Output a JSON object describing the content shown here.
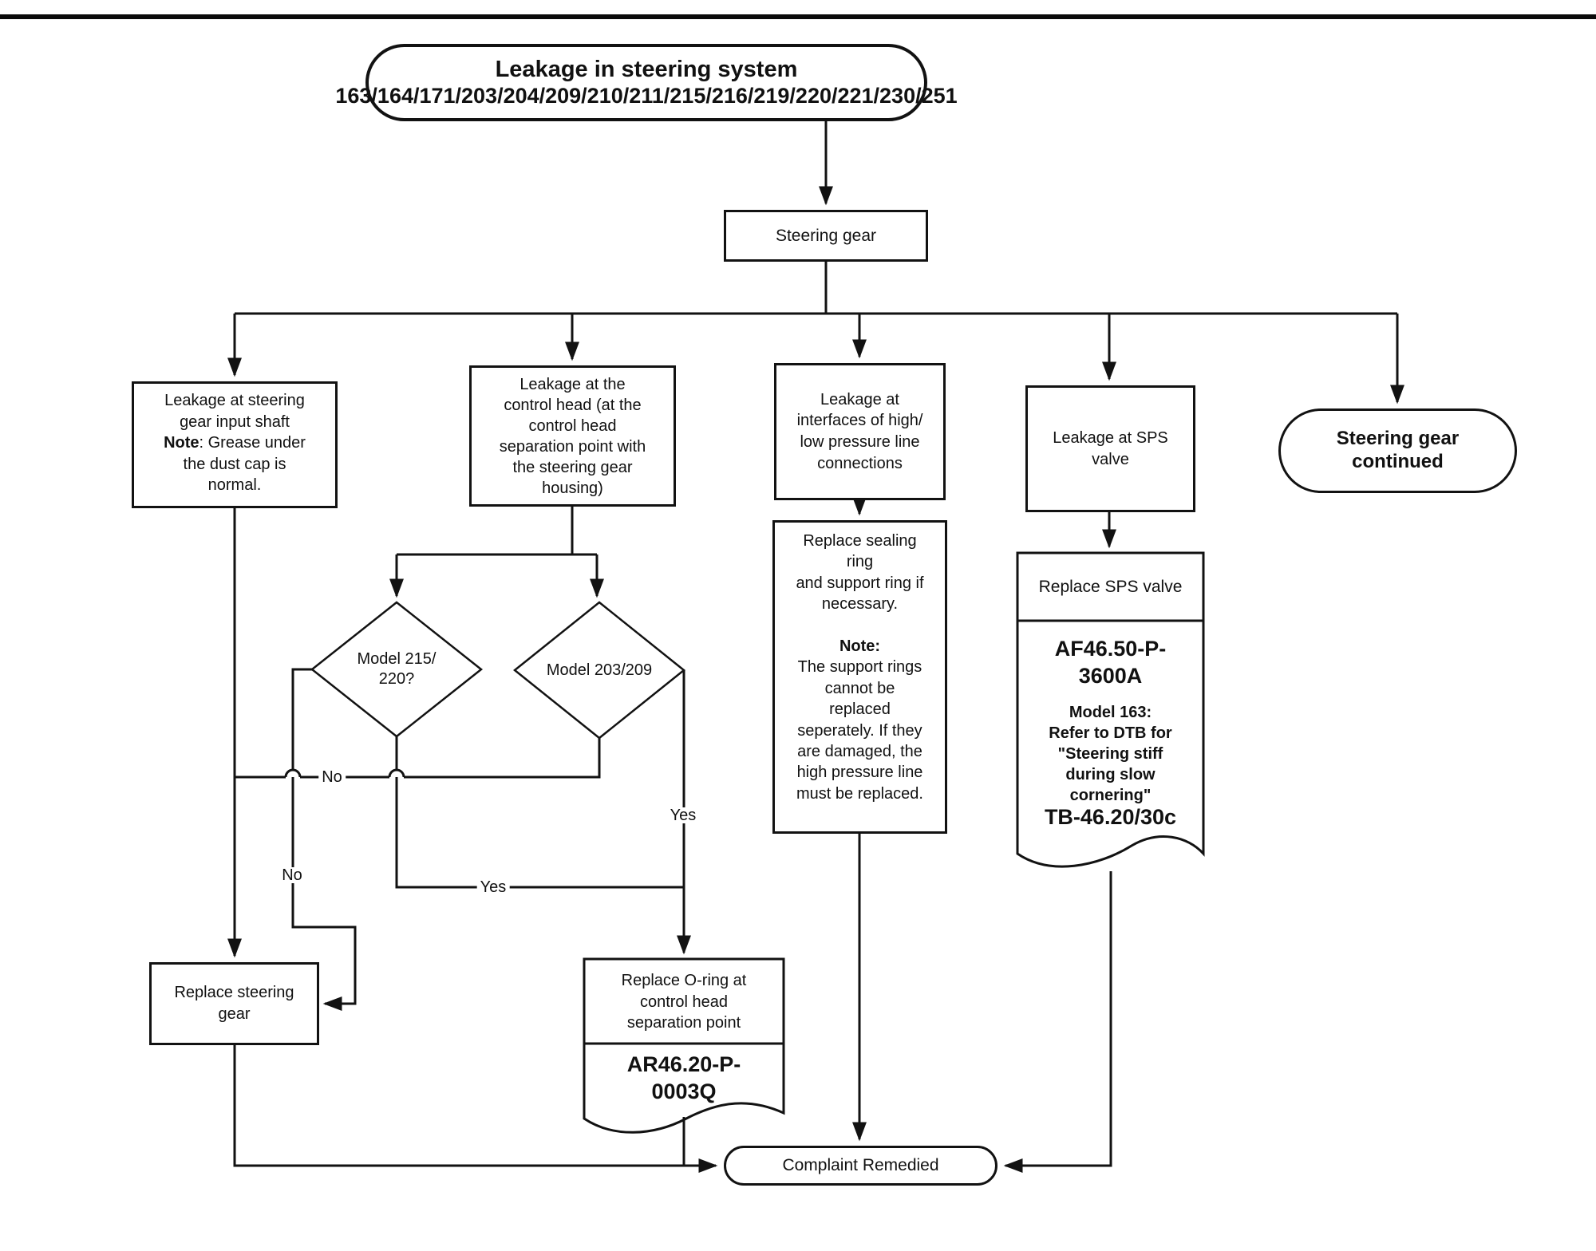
{
  "title": {
    "line1": "Leakage in steering system",
    "line2": "163/164/171/203/204/209/210/211/215/216/219/220/221/230/251"
  },
  "nodes": {
    "steering_gear": {
      "label": "Steering gear"
    },
    "input_shaft": {
      "text": "Leakage at steering\ngear input shaft\n",
      "note_label": "Note",
      "note_text": ": Grease under\nthe dust cap is\nnormal."
    },
    "control_head": {
      "text": "Leakage at the\ncontrol head (at the\ncontrol head\nseparation point with\nthe steering gear\nhousing)"
    },
    "pressure_lines": {
      "text": "Leakage at\ninterfaces of high/\nlow pressure line\nconnections"
    },
    "sps_valve": {
      "text": "Leakage at SPS\nvalve"
    },
    "steering_gear_continued": {
      "text": "Steering gear\ncontinued"
    },
    "model_215_220": {
      "text": "Model 215/\n220?"
    },
    "model_203_209": {
      "text": "Model 203/209"
    },
    "sealing_ring": {
      "text_before": "Replace sealing\nring\nand support ring if\nnecessary.\n\n",
      "note_label": "Note:",
      "text_after": "\nThe support rings\ncannot be\nreplaced\nseperately. If they\nare damaged, the\nhigh pressure line\nmust be replaced."
    },
    "replace_sps": {
      "header": "Replace SPS valve",
      "code1": "AF46.50-P-\n3600A",
      "detail": "Model 163:\nRefer to DTB for\n\"Steering stiff\nduring slow\ncornering\"",
      "code2": "TB-46.20/30c"
    },
    "replace_steering": {
      "text": "Replace steering\ngear"
    },
    "replace_oring": {
      "header": "Replace O-ring at\ncontrol head\nseparation point",
      "code": "AR46.20-P-\n0003Q"
    },
    "complaint": {
      "text": "Complaint Remedied"
    }
  },
  "edge_labels": {
    "no1": "No",
    "no2": "No",
    "yes1": "Yes",
    "yes2": "Yes"
  },
  "colors": {
    "ink": "#121212",
    "background": "#ffffff"
  }
}
